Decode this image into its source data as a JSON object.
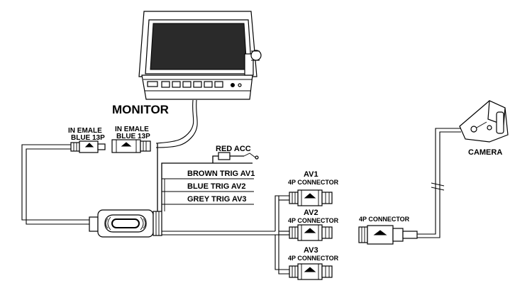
{
  "labels": {
    "monitor": "MONITOR",
    "camera": "CAMERA",
    "in_female_1": "IN EMALE",
    "in_female_1_sub": "BLUE 13P",
    "in_female_2": "IN EMALE",
    "in_female_2_sub": "BLUE 13P",
    "red_acc": "RED ACC",
    "brown_trig": "BROWN TRIG AV1",
    "blue_trig": "BLUE TRIG AV2",
    "grey_trig": "GREY TRIG AV3",
    "av1": "AV1",
    "av1_sub": "4P CONNECTOR",
    "av2": "AV2",
    "av2_sub": "4P CONNECTOR",
    "av3": "AV3",
    "av3_sub": "4P CONNECTOR",
    "cam_connector": "4P CONNECTOR"
  },
  "icons": [
    "monitor-icon",
    "camera-icon",
    "control-box-icon",
    "connector-icon",
    "fuse-icon"
  ]
}
